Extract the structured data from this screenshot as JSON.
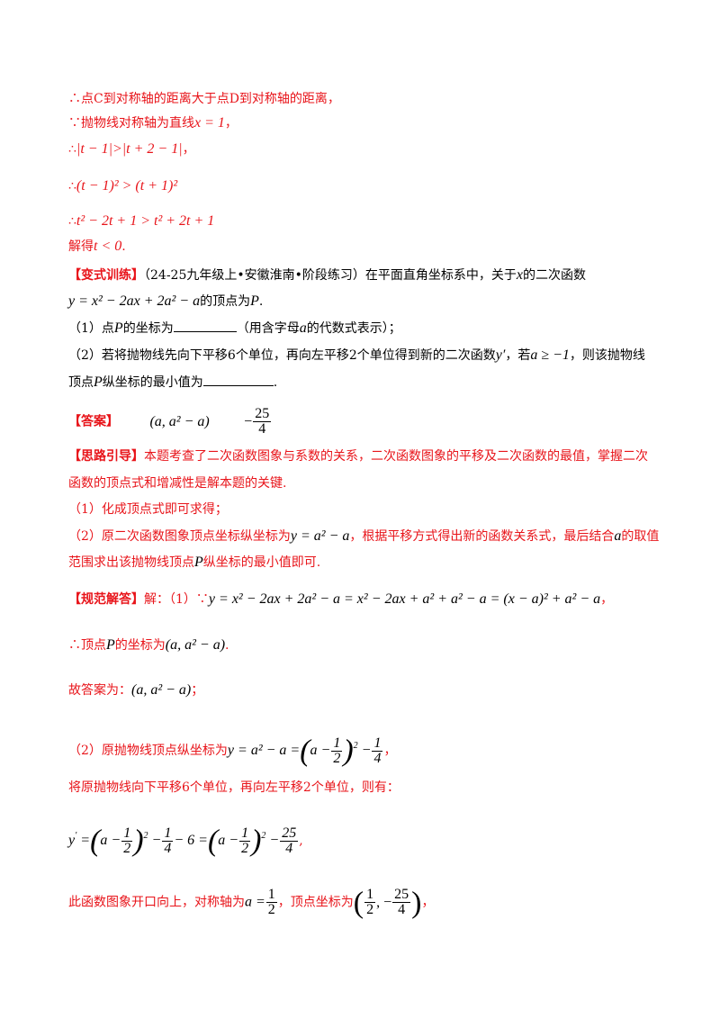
{
  "l1": "∴点C到对称轴的距离大于点D到对称轴的距离，",
  "l2a": "∵抛物线对称轴为直线",
  "l2b": "x = 1",
  "l2c": "，",
  "l3a": "∴",
  "l3b": "|t − 1|>|t + 2 − 1|",
  "l3c": "，",
  "l4a": "∴",
  "l4b": "(t − 1)² > (t + 1)²",
  "l5a": "∴",
  "l5b": "t² − 2t + 1 > t² + 2t + 1",
  "l6a": "解得",
  "l6b": "t < 0",
  "l6c": ".",
  "bx_tag": "【变式训练】",
  "bx_src": "（24-25九年级上•安徽淮南•阶段练习）在平面直角坐标系中，关于",
  "bx_x": "x",
  "bx_tail": "的二次函数",
  "bx_func": "y = x² − 2ax + 2a² − a",
  "bx_vtx": "的顶点为",
  "bx_P": "P",
  "bx_dot": ".",
  "q1a": "（1）点",
  "q1b": "P",
  "q1c": "的坐标为",
  "q1d": "（用含字母",
  "q1e": "a",
  "q1f": "的代数式表示）；",
  "q2a": "（2）若将抛物线先向下平移6个单位，再向左平移2个单位得到新的二次函数",
  "q2b": "y′",
  "q2c": "，若",
  "q2d": "a ≥ −1",
  "q2e": "，则该抛物线",
  "q3a": "顶点",
  "q3b": "P",
  "q3c": "纵坐标的最小值为",
  "q3d": ".",
  "ans_tag": "【答案】",
  "ans1": "(a, a² − a)",
  "ans2_sign": "−",
  "ans2_num": "25",
  "ans2_den": "4",
  "sl_tag": "【思路引导】",
  "sl1": "本题考查了二次函数图象与系数的关系，二次函数图象的平移及二次函数的最值，掌握二次",
  "sl2": "函数的顶点式和增减性是解本题的关键.",
  "s1": "（1）化成顶点式即可求得；",
  "s2a": "（2）原二次函数图象顶点坐标纵坐标为",
  "s2b": "y = a² − a",
  "s2c": "，根据平移方式得出新的函数关系式，最后结合",
  "s2d": "a",
  "s2e": "的取值",
  "s3a": "范围求出该抛物线顶点",
  "s3b": "P",
  "s3c": "纵坐标的最小值即可.",
  "gf_tag": "【规范解答】",
  "gf_a": "解：（1）∵",
  "gf_b": "y = x² − 2ax + 2a² − a = x² − 2ax + a² + a² − a = (x − a)² + a² − a",
  "gf_c": "，",
  "gp_a": "∴顶点",
  "gp_b": "P",
  "gp_c": "的坐标为",
  "gp_d": "(a, a² − a)",
  "gp_e": ".",
  "gk_a": "故答案为：",
  "gk_b": "(a, a² − a)",
  "gk_c": "；",
  "p2a": "（2）原抛物线顶点纵坐标为",
  "p2b": "y = a² − a =",
  "p2c": "，",
  "p3": "将原抛物线向下平移6个单位，再向左平移2个单位，则有：",
  "p5a": "此函数图象开口向上，对称轴为",
  "p5b": "a =",
  "p5c": "，顶点坐标为",
  "p5d": "，",
  "frac_half_num": "1",
  "frac_half_den": "2",
  "frac_q_num": "1",
  "frac_q_den": "4",
  "frac_25_num": "25",
  "frac_25_den": "4"
}
